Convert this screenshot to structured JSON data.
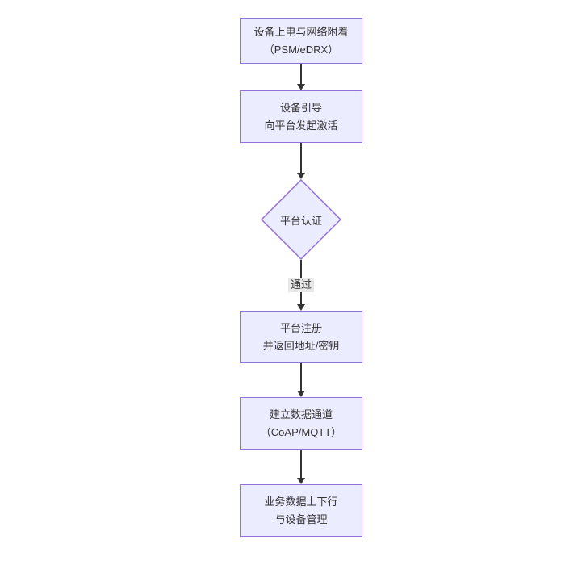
{
  "diagram": {
    "type": "flowchart",
    "direction": "top-down",
    "nodes": [
      {
        "id": "power-attach",
        "shape": "rect",
        "lines": [
          "设备上电与网络附着",
          "（PSM/eDRX）"
        ]
      },
      {
        "id": "device-bootstrap",
        "shape": "rect",
        "lines": [
          "设备引导",
          "向平台发起激活"
        ]
      },
      {
        "id": "platform-auth",
        "shape": "diamond",
        "lines": [
          "平台认证"
        ]
      },
      {
        "id": "platform-register",
        "shape": "rect",
        "lines": [
          "平台注册",
          "并返回地址/密钥"
        ]
      },
      {
        "id": "data-channel",
        "shape": "rect",
        "lines": [
          "建立数据通道",
          "（CoAP/MQTT）"
        ]
      },
      {
        "id": "business-data",
        "shape": "rect",
        "lines": [
          "业务数据上下行",
          "与设备管理"
        ]
      }
    ],
    "edge_label": "通过",
    "colors": {
      "node_fill": "#ECECFF",
      "node_border": "#9370DB",
      "edge": "#333333",
      "edge_label_bg": "#e8e8e8",
      "text": "#333333",
      "background": "#ffffff"
    }
  }
}
